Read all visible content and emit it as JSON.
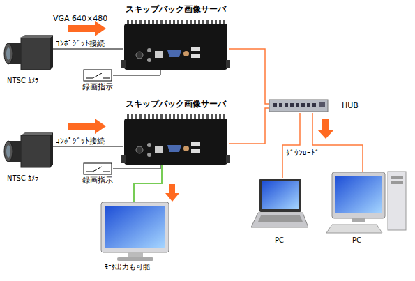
{
  "diagram": {
    "nodes": [
      {
        "text": [
          "NTSC ｶﾒﾗ"
        ]
      },
      {
        "text": [
          "スキップバック画像サーバ"
        ]
      },
      {
        "text": [
          "録画指示"
        ]
      },
      {
        "text": [
          "NTSC ｶﾒﾗ"
        ]
      },
      {
        "text": [
          "スキップバック画像サーバ"
        ]
      },
      {
        "text": [
          "録画指示"
        ]
      },
      {
        "text": [
          "ﾓﾆﾀ出力も可能"
        ]
      },
      {
        "text": [
          "HUB"
        ]
      },
      {
        "text": [
          "PC"
        ]
      },
      {
        "text": [
          "PC"
        ]
      }
    ],
    "edges": [
      {
        "from": 0,
        "to": 1,
        "arrow": "none",
        "label": "ｺﾝﾎﾟｼﾞｯﾄ接続"
      },
      {
        "from": 2,
        "to": 1,
        "arrow": "none"
      },
      {
        "from": 3,
        "to": 4,
        "arrow": "none",
        "label": "ｺﾝﾎﾟｼﾞｯﾄ接続"
      },
      {
        "from": 5,
        "to": 4,
        "arrow": "none"
      },
      {
        "from": 4,
        "to": 6,
        "arrow": "none"
      },
      {
        "from": 1,
        "to": 7,
        "arrow": "none"
      },
      {
        "from": 4,
        "to": 7,
        "arrow": "none"
      },
      {
        "from": 7,
        "to": 8,
        "arrow": "none"
      },
      {
        "from": 7,
        "to": 9,
        "arrow": "none"
      }
    ],
    "labels": [
      "VGA 640×480",
      "ﾀﾞｳﾝﾛｰﾄﾞ"
    ]
  }
}
